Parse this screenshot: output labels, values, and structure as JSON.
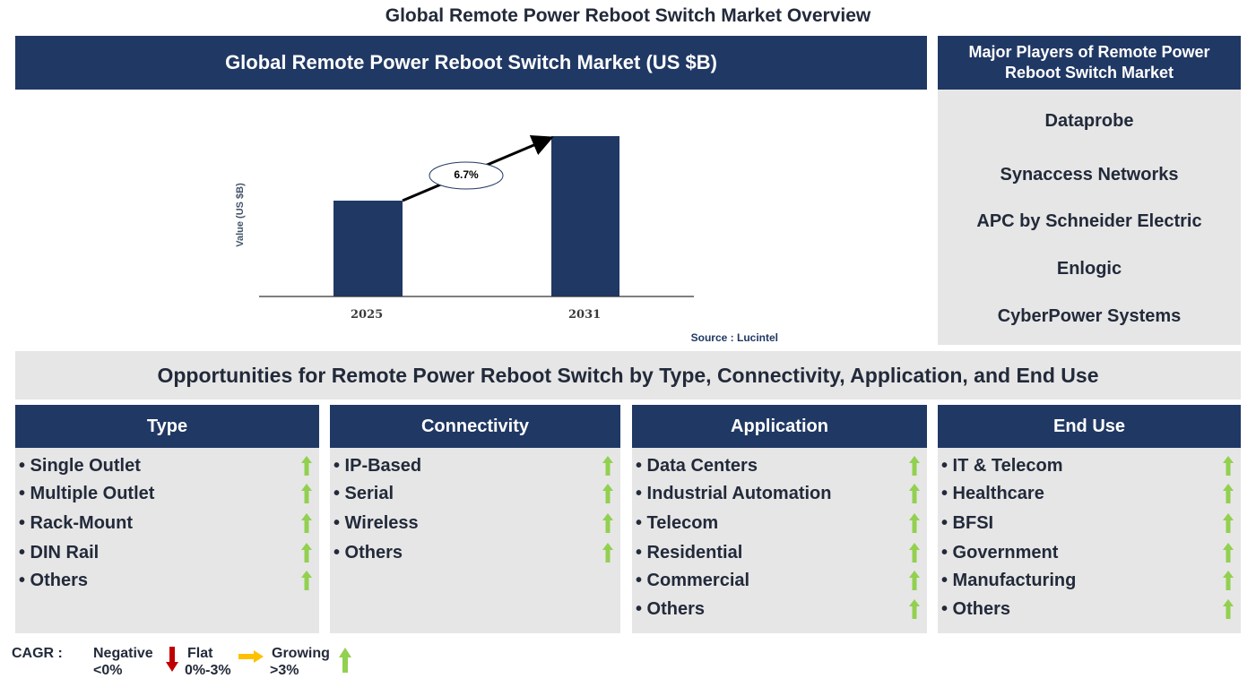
{
  "page_title": "Global Remote Power Reboot Switch Market Overview",
  "chart_panel": {
    "header": "Global Remote Power Reboot Switch Market (US $B)",
    "source": "Source : Lucintel"
  },
  "chart_data": {
    "type": "bar",
    "title": "Global Remote Power Reboot Switch Market (US $B)",
    "categories": [
      "2025",
      "2031"
    ],
    "values": [
      1.0,
      1.48
    ],
    "value_note": "Relative bar heights (no y-axis ticks shown); 2031 ≈ 1.48× 2025 consistent with 6.7% CAGR",
    "xlabel": "",
    "ylabel": "Value (US $B)",
    "annotations": [
      {
        "type": "cagr_arrow",
        "from": "2025",
        "to": "2031",
        "label": "6.7%"
      }
    ],
    "grid": false,
    "legend": null,
    "bar_color": "#203864"
  },
  "players_panel": {
    "header": "Major Players of Remote Power Reboot Switch Market",
    "players": [
      "Dataprobe",
      "Synaccess Networks",
      "APC by Schneider Electric",
      "Enlogic",
      "CyberPower Systems"
    ]
  },
  "opportunities": {
    "banner": "Opportunities for Remote Power Reboot Switch by Type, Connectivity, Application, and End Use",
    "columns": [
      {
        "title": "Type",
        "items": [
          "Single Outlet",
          "Multiple Outlet",
          "Rack-Mount",
          "DIN Rail",
          "Others"
        ]
      },
      {
        "title": "Connectivity",
        "items": [
          "IP-Based",
          "Serial",
          "Wireless",
          "Others"
        ]
      },
      {
        "title": "Application",
        "items": [
          "Data Centers",
          "Industrial Automation",
          "Telecom",
          "Residential",
          "Commercial",
          "Others"
        ]
      },
      {
        "title": "End Use",
        "items": [
          "IT & Telecom",
          "Healthcare",
          "BFSI",
          "Government",
          "Manufacturing",
          "Others"
        ]
      }
    ],
    "trend_icon": "growing-arrow-up"
  },
  "legend": {
    "label": "CAGR :",
    "negative": {
      "label": "Negative",
      "range": "<0%",
      "color": "#c00000"
    },
    "flat": {
      "label": "Flat",
      "range": "0%-3%",
      "color": "#ffc000"
    },
    "growing": {
      "label": "Growing",
      "range": ">3%",
      "color": "#92d050"
    }
  },
  "bullet": "•"
}
